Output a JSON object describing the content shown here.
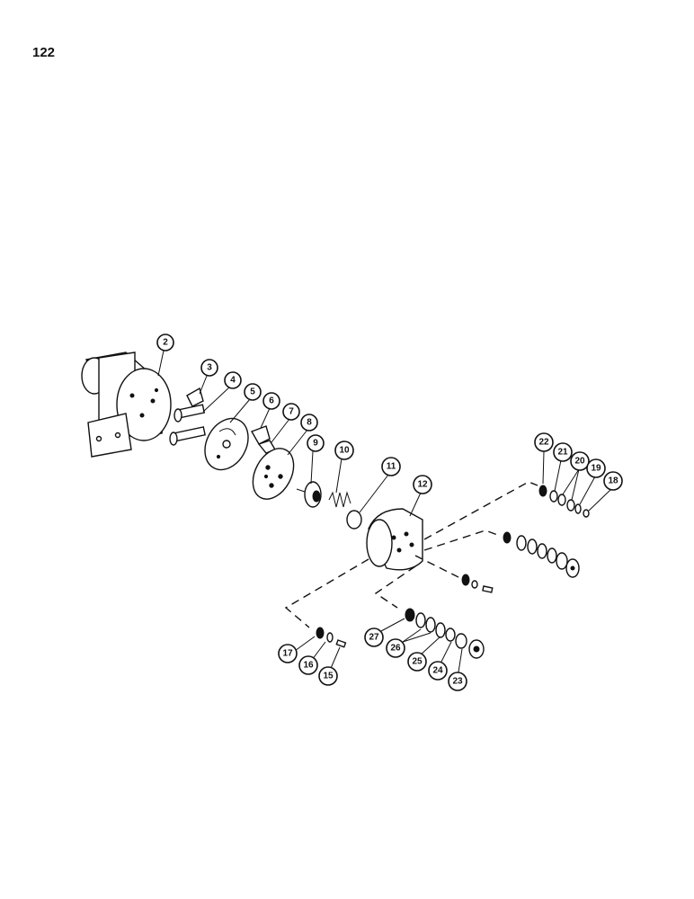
{
  "page": {
    "number": "122"
  },
  "diagram": {
    "callouts": {
      "c2": "2",
      "c3": "3",
      "c4": "4",
      "c5": "5",
      "c6": "6",
      "c7": "7",
      "c8": "8",
      "c9": "9",
      "c10": "10",
      "c11": "11",
      "c12": "12",
      "c15": "15",
      "c16": "16",
      "c17": "17",
      "c18": "18",
      "c19": "19",
      "c20": "20",
      "c21": "21",
      "c22": "22",
      "c23": "23",
      "c24": "24",
      "c25": "25",
      "c26": "26",
      "c27": "27"
    }
  }
}
